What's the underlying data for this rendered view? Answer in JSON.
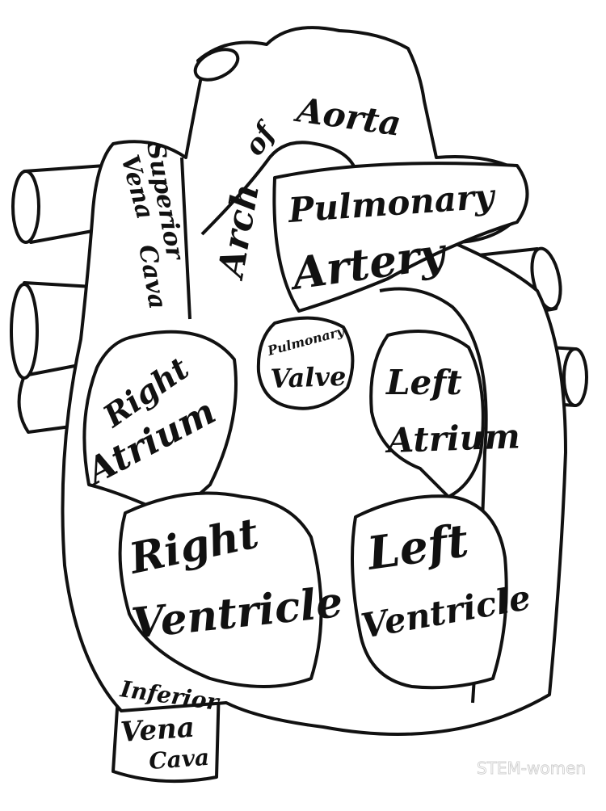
{
  "labels": {
    "arch_of_aorta": [
      "Arch",
      "of",
      "Aorta"
    ],
    "superior_vena_cava": [
      "Superior",
      "Vena",
      "Cava"
    ],
    "pulmonary_artery": [
      "Pulmonary",
      "Artery"
    ],
    "pulmonary_valve": [
      "Pulmonary",
      "Valve"
    ],
    "right_atrium": [
      "Right",
      "Atrium"
    ],
    "left_atrium": [
      "Left",
      "Atrium"
    ],
    "right_ventricle": [
      "Right",
      "Ventricle"
    ],
    "left_ventricle": [
      "Left",
      "Ventricle"
    ],
    "inferior_vena_cava": [
      "Inferior",
      "Vena",
      "Cava"
    ]
  },
  "watermark": "STEM-women",
  "colors": {
    "line": "#111111",
    "background": "#ffffff"
  }
}
